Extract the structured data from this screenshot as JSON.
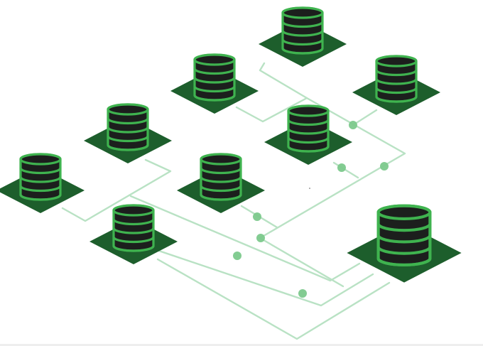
{
  "diagram": {
    "colors": {
      "background": "#ffffff",
      "platform": "#1d5e2c",
      "cylinder_body": "#1c1f1d",
      "cylinder_ring": "#3fb34f",
      "connector": "#b9e2c4",
      "junction": "#7cc98c"
    },
    "nodes": [
      {
        "id": "db-top",
        "icon": "database-icon"
      },
      {
        "id": "db-upper-middle",
        "icon": "database-icon"
      },
      {
        "id": "db-upper-right",
        "icon": "database-icon"
      },
      {
        "id": "db-center-right",
        "icon": "database-icon"
      },
      {
        "id": "db-upper-left",
        "icon": "database-icon"
      },
      {
        "id": "db-far-left",
        "icon": "database-icon"
      },
      {
        "id": "db-center",
        "icon": "database-icon"
      },
      {
        "id": "db-lower-left",
        "icon": "database-icon"
      },
      {
        "id": "db-large-right",
        "icon": "database-icon"
      }
    ]
  }
}
